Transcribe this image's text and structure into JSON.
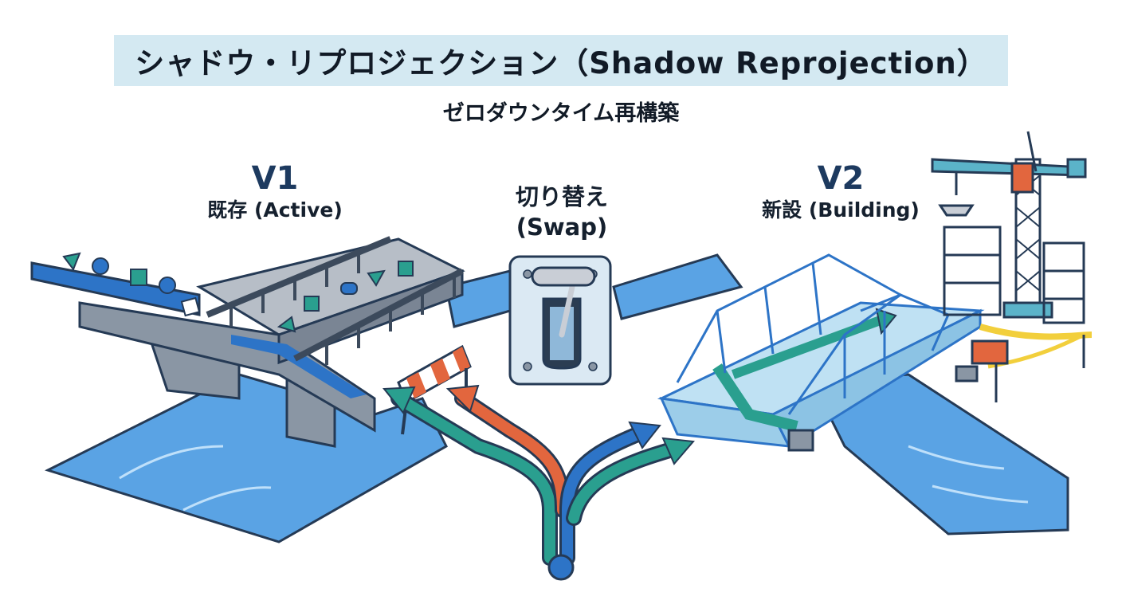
{
  "header": {
    "title": "シャドウ・リプロジェクション（Shadow Reprojection）",
    "subtitle": "ゼロダウンタイム再構築"
  },
  "v1": {
    "name": "V1",
    "desc": "既存 (Active)"
  },
  "swap": {
    "line1": "切り替え",
    "line2": "(Swap)"
  },
  "v2": {
    "name": "V2",
    "desc": "新設 (Building)"
  },
  "icons": [
    "v1-bridge-icon",
    "v2-bridge-icon",
    "crane-icon",
    "barrier-icon",
    "swap-lever-icon",
    "traffic-arrows-icon"
  ],
  "colors": {
    "title_bg": "#d4e9f2",
    "river": "#5aa3e4",
    "teal_arrow": "#2a9f8f",
    "blue_arrow": "#2d74c7",
    "orange_arrow": "#e2663e",
    "v2_structure": "#bfe1f3",
    "crane": "#5bb3c9"
  }
}
